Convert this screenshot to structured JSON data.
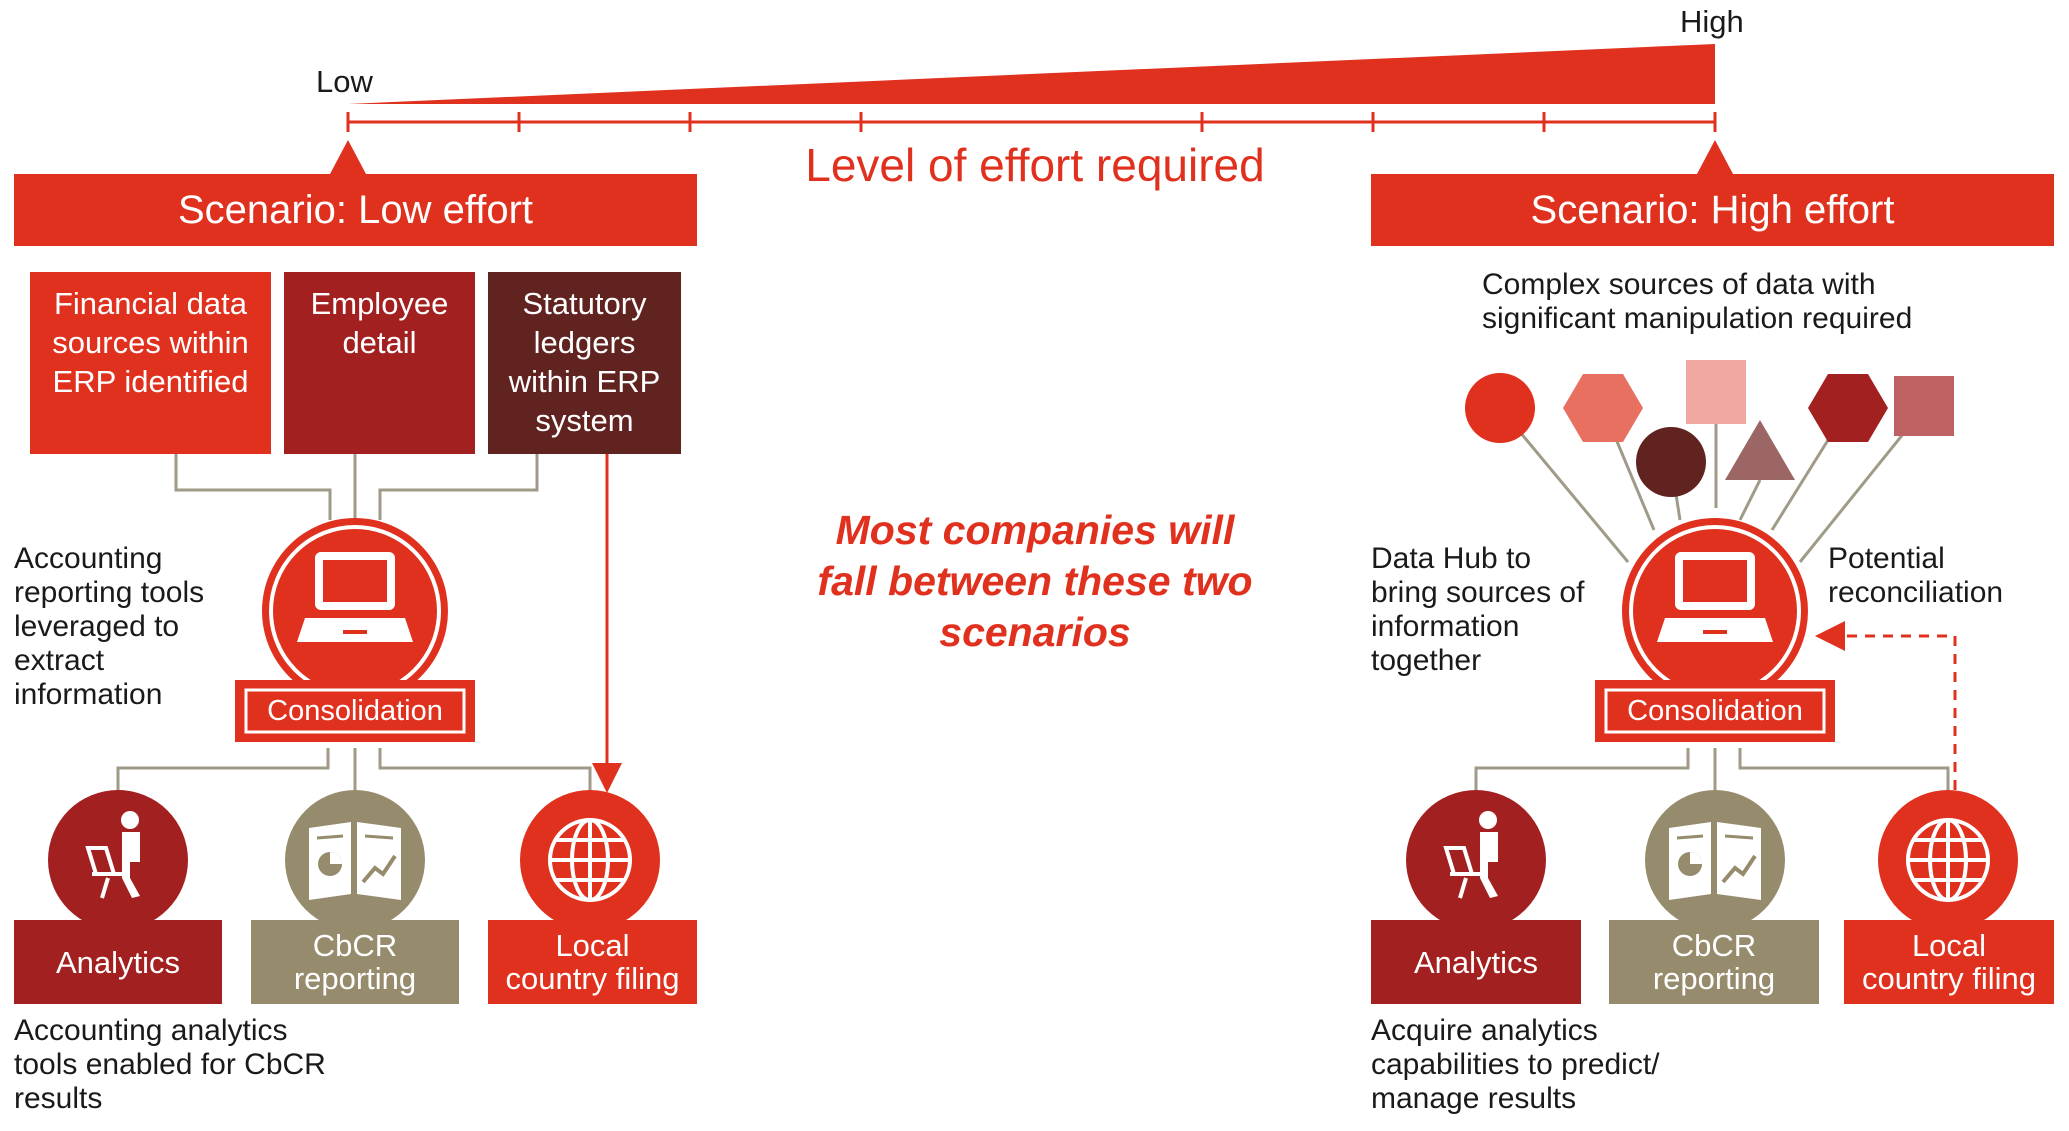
{
  "effort_scale": {
    "low_label": "Low",
    "high_label": "High",
    "axis_label": "Level of effort required"
  },
  "left": {
    "scenario_title": "Scenario: Low effort",
    "sources": [
      {
        "label": "Financial data sources within ERP identified",
        "color": "#e0301e"
      },
      {
        "label": "Employee detail",
        "color": "#a32020"
      },
      {
        "label": "Statutory ledgers within ERP system",
        "color": "#602320"
      }
    ],
    "hub_note": "Accounting reporting tools leveraged to extract information",
    "hub_label": "Consolidation",
    "outputs": [
      {
        "label": "Analytics",
        "color": "#a32020"
      },
      {
        "label": "CbCR\nreporting",
        "color": "#968c6d"
      },
      {
        "label": "Local\ncountry filing",
        "color": "#e0301e"
      }
    ],
    "bottom_note": "Accounting analytics tools enabled for CbCR results"
  },
  "center_message": "Most companies will fall between these two scenarios",
  "right": {
    "scenario_title": "Scenario: High effort",
    "sources_note": "Complex sources of data with significant manipulation required",
    "hub_note": "Data Hub to bring sources of information together",
    "reconciliation_note": "Potential reconciliation",
    "hub_label": "Consolidation",
    "outputs": [
      {
        "label": "Analytics",
        "color": "#a32020"
      },
      {
        "label": "CbCR\nreporting",
        "color": "#968c6d"
      },
      {
        "label": "Local\ncountry filing",
        "color": "#e0301e"
      }
    ],
    "bottom_note": "Acquire analytics capabilities to predict/ manage results"
  },
  "colors": {
    "accent_red": "#e0301e",
    "dark_red": "#a32020",
    "maroon": "#602320",
    "taupe": "#968c6d",
    "connector": "#a09a88"
  },
  "icons": [
    "laptop-icon",
    "person-at-laptop-icon",
    "report-chart-icon",
    "globe-icon"
  ]
}
